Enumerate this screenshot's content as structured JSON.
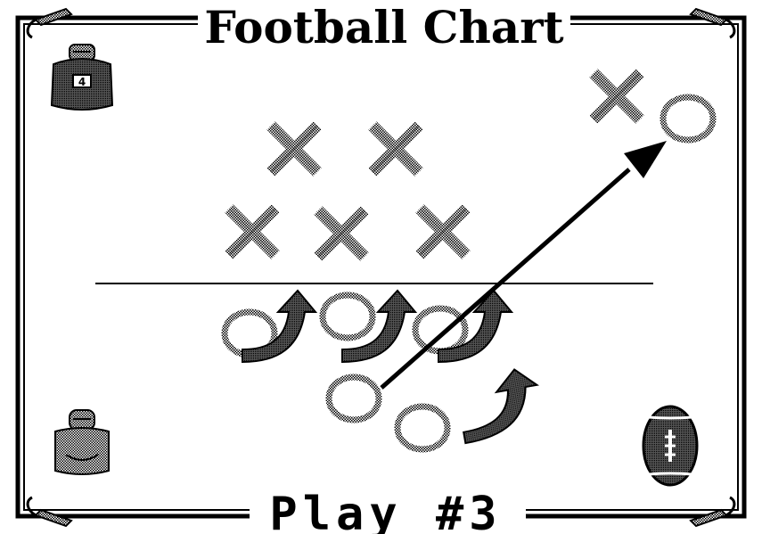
{
  "header": {
    "title": "Football Chart"
  },
  "footer": {
    "play_label": "Play #3"
  },
  "colors": {
    "ink": "#000000",
    "pattern_gray": "#8a8a8a",
    "background": "#ffffff"
  },
  "diagram": {
    "defense_marks": "X",
    "offense_marks": "O",
    "defense_count": 6,
    "offense_count": 6,
    "icons": [
      "helmet-player-icon",
      "bench-player-icon",
      "football-icon",
      "quill-corner-icon"
    ]
  }
}
